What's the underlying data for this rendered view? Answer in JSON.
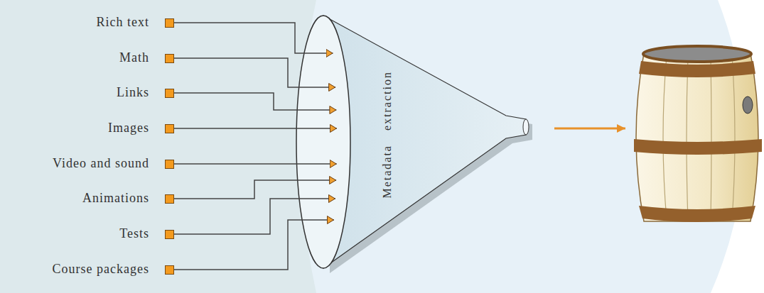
{
  "diagram": {
    "nodes": [
      {
        "text": [
          "Rich text"
        ]
      },
      {
        "text": [
          "Math"
        ]
      },
      {
        "text": [
          "Links"
        ]
      },
      {
        "text": [
          "Images"
        ]
      },
      {
        "text": [
          "Video and sound"
        ]
      },
      {
        "text": [
          "Animations"
        ]
      },
      {
        "text": [
          "Tests"
        ]
      },
      {
        "text": [
          "Course packages"
        ]
      },
      {
        "text": [
          "Metadata extraction"
        ]
      }
    ],
    "edges": [
      {
        "from": 0,
        "to": 8,
        "arrow": "to"
      },
      {
        "from": 1,
        "to": 8,
        "arrow": "to"
      },
      {
        "from": 2,
        "to": 8,
        "arrow": "to"
      },
      {
        "from": 3,
        "to": 8,
        "arrow": "to"
      },
      {
        "from": 4,
        "to": 8,
        "arrow": "to"
      },
      {
        "from": 5,
        "to": 8,
        "arrow": "to"
      },
      {
        "from": 6,
        "to": 8,
        "arrow": "to"
      },
      {
        "from": 7,
        "to": 8,
        "arrow": "to"
      }
    ]
  }
}
